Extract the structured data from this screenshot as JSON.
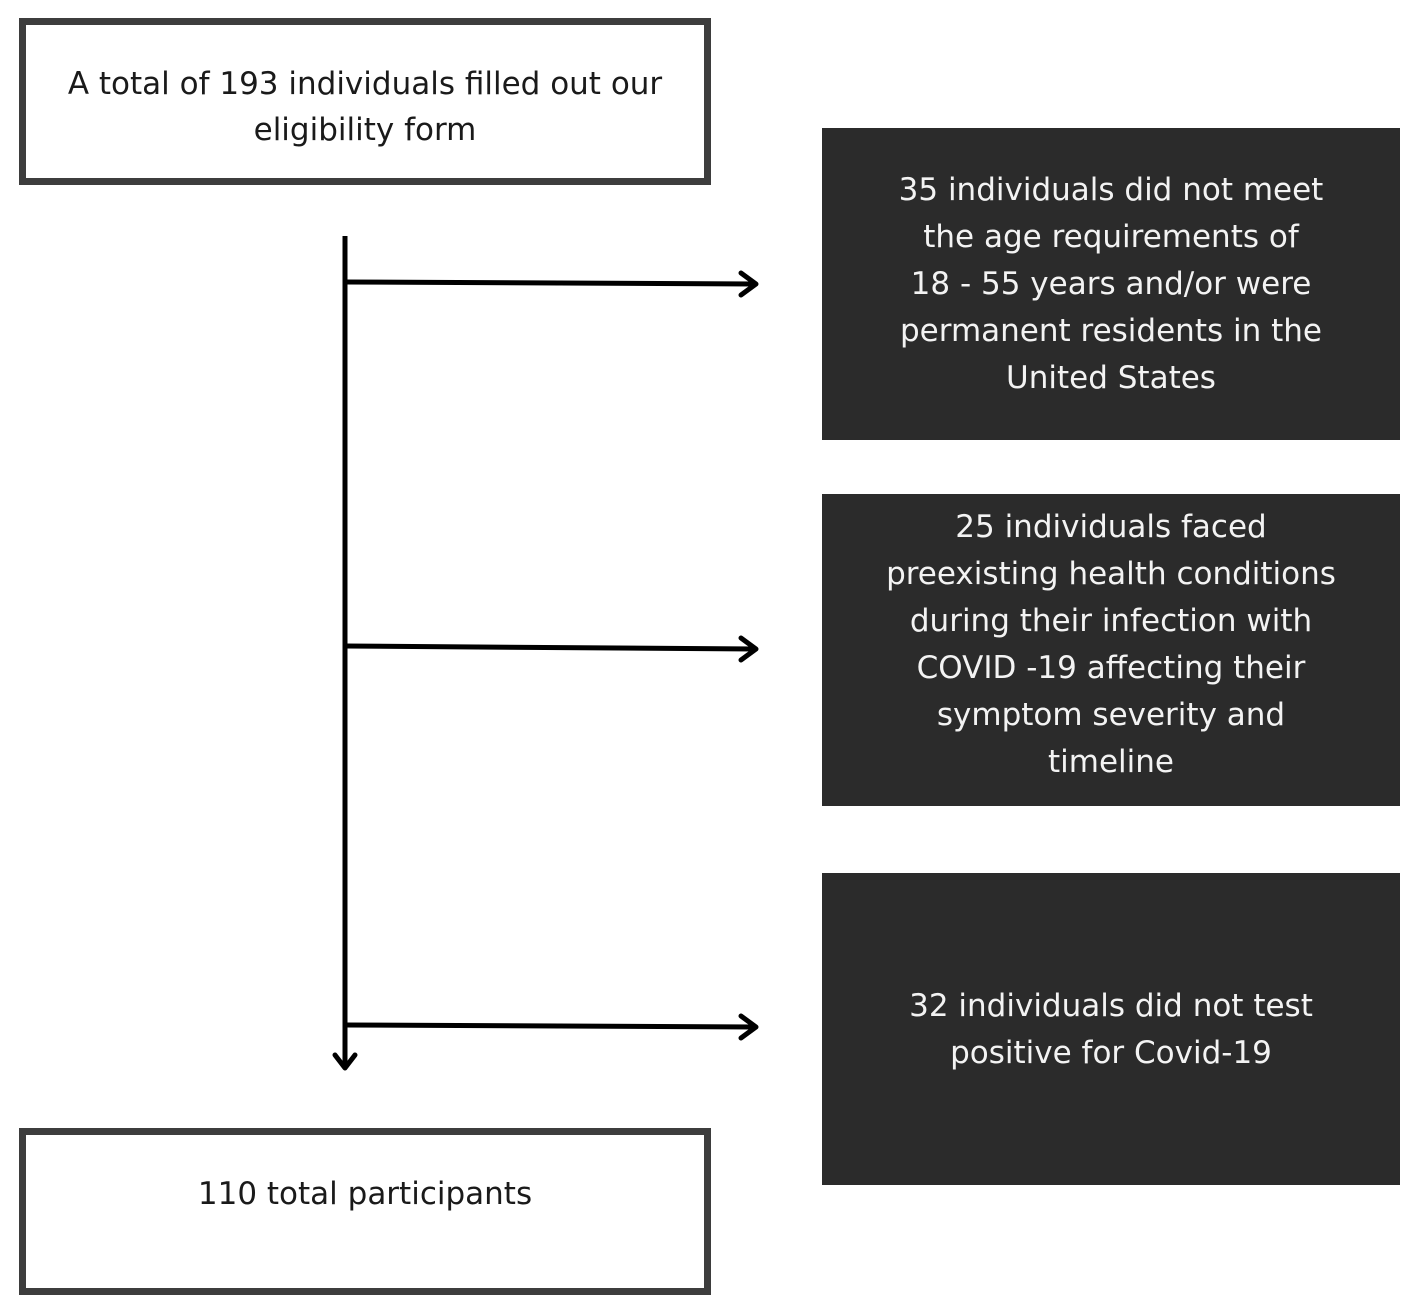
{
  "flow": {
    "start": {
      "line1": "A total of 193 individuals filled out our",
      "line2": "eligibility form"
    },
    "exclusions": [
      {
        "lines": [
          "35 individuals did not meet",
          "the age requirements of",
          "18 - 55 years and/or were",
          "permanent residents in the",
          "United States"
        ]
      },
      {
        "lines": [
          "25 individuals faced",
          "preexisting health conditions",
          "during their infection with",
          "COVID -19 affecting their",
          "symptom severity and",
          "timeline"
        ]
      },
      {
        "lines": [
          "32 individuals did not test",
          "positive for Covid-19"
        ]
      }
    ],
    "end": {
      "label": "110 total participants"
    }
  },
  "colors": {
    "dark_box": "#2b2b2b",
    "dark_text": "#f3f3f3",
    "border": "#3d3d3d",
    "line": "#000000"
  }
}
